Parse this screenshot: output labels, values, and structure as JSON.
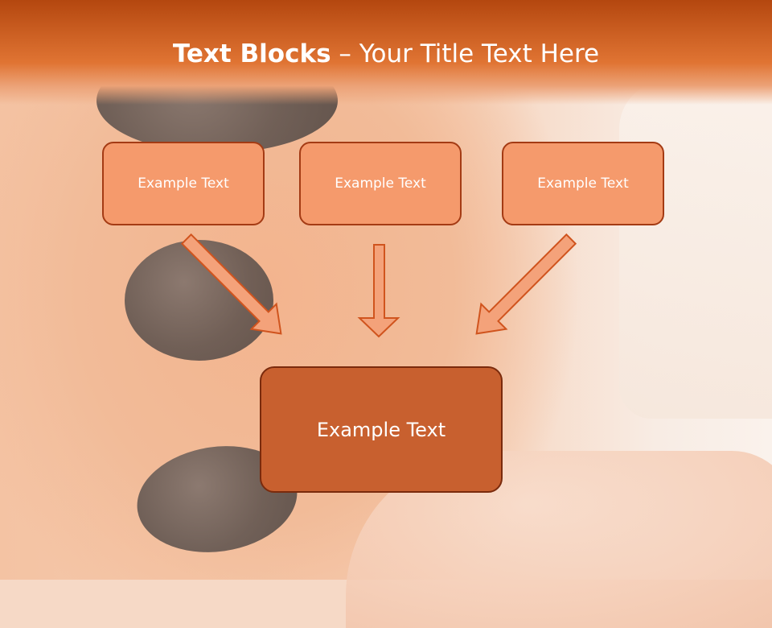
{
  "title": {
    "bold": "Text Blocks",
    "rest": " – Your Title Text Here"
  },
  "boxes": {
    "top_left": "Example Text",
    "top_center": "Example Text",
    "top_right": "Example Text",
    "bottom": "Example Text"
  },
  "colors": {
    "title_band": "#e07433",
    "small_box_fill": "#f59a6c",
    "small_box_border": "#a43b14",
    "big_box_fill": "#c8602f",
    "arrow_fill": "#f4a27a",
    "arrow_stroke": "#d0541e"
  }
}
